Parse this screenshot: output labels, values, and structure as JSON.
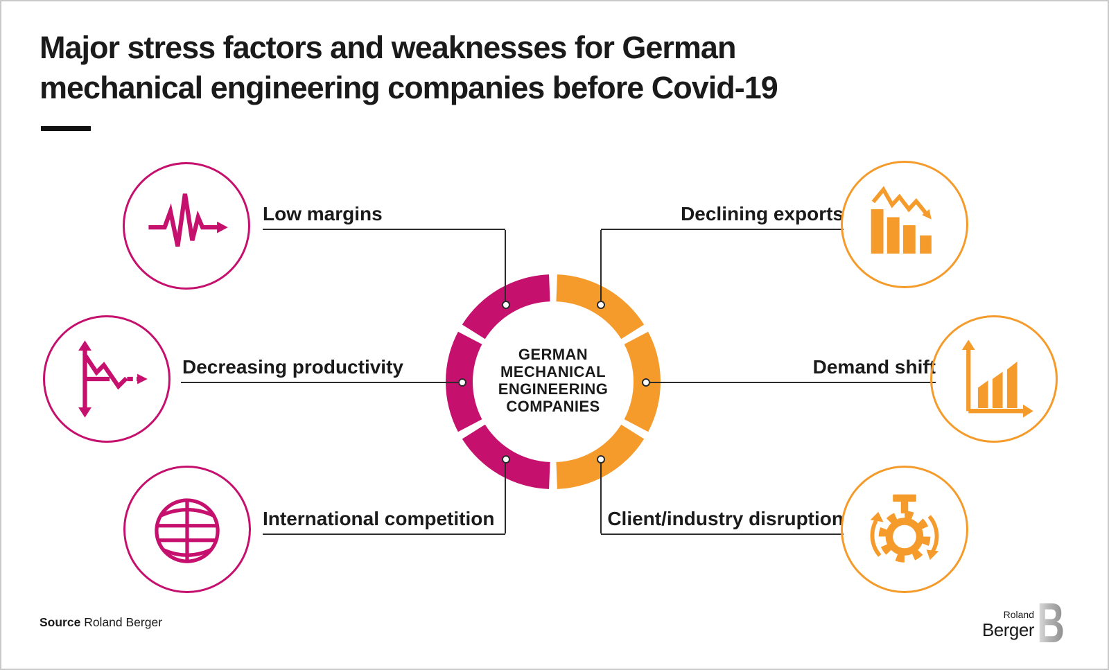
{
  "title": "Major stress factors and weaknesses for German\nmechanical engineering companies before Covid-19",
  "donut": {
    "center_label": "GERMAN\nMECHANICAL\nENGINEERING\nCOMPANIES",
    "left_half_color_name": "magenta",
    "right_half_color_name": "orange",
    "segments": 6
  },
  "factors": [
    {
      "id": "low-margins",
      "label": "Low margins",
      "side": "left",
      "icon": "pulse-line-icon"
    },
    {
      "id": "decreasing-productivity",
      "label": "Decreasing productivity",
      "side": "left",
      "icon": "declining-graph-axis-icon"
    },
    {
      "id": "international-competition",
      "label": "International competition",
      "side": "left",
      "icon": "globe-icon"
    },
    {
      "id": "declining-exports",
      "label": "Declining exports",
      "side": "right",
      "icon": "falling-bar-chart-icon"
    },
    {
      "id": "demand-shift",
      "label": "Demand shift",
      "side": "right",
      "icon": "rising-bar-chart-icon"
    },
    {
      "id": "client-industry-disruption",
      "label": "Client/industry disruption",
      "side": "right",
      "icon": "gear-rotation-icon"
    }
  ],
  "source": {
    "prefix": "Source",
    "text": " Roland Berger"
  },
  "logo": {
    "top": "Roland",
    "bottom": "Berger",
    "mark": "B"
  },
  "colors": {
    "magenta": "#C5106E",
    "orange": "#F59B2B",
    "ink": "#1A1A1A",
    "connector": "#2B2B2B",
    "border": "#C9C9C9"
  }
}
